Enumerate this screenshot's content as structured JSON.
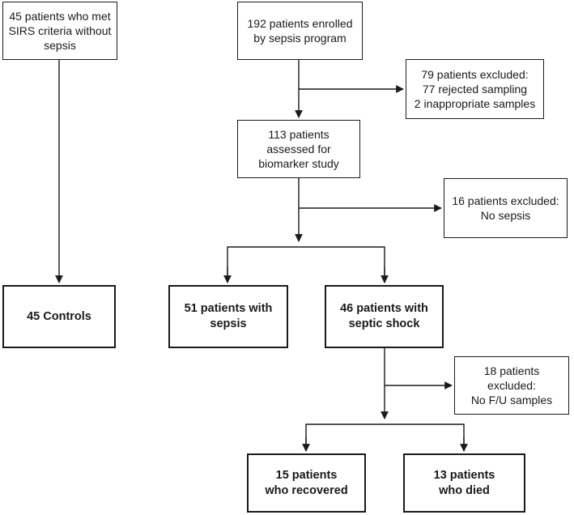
{
  "nodes": {
    "controls_source": "45 patients who met\nSIRS criteria without\nsepsis",
    "enrolled": "192 patients enrolled\nby sepsis program",
    "excluded_79": "79 patients excluded:\n77 rejected sampling\n2 inappropriate samples",
    "assessed": "113 patients\nassessed for\nbiomarker study",
    "excluded_16": "16 patients excluded:\nNo sepsis",
    "controls": "45 Controls",
    "sepsis": "51 patients with\nsepsis",
    "septic_shock": "46 patients with\nseptic shock",
    "excluded_18": "18 patients excluded:\nNo F/U samples",
    "recovered": "15 patients\nwho recovered",
    "died": "13 patients\nwho died"
  },
  "colors": {
    "line": "#1a1a1a",
    "box_border": "#1a1a1a",
    "background": "#ffffff"
  }
}
